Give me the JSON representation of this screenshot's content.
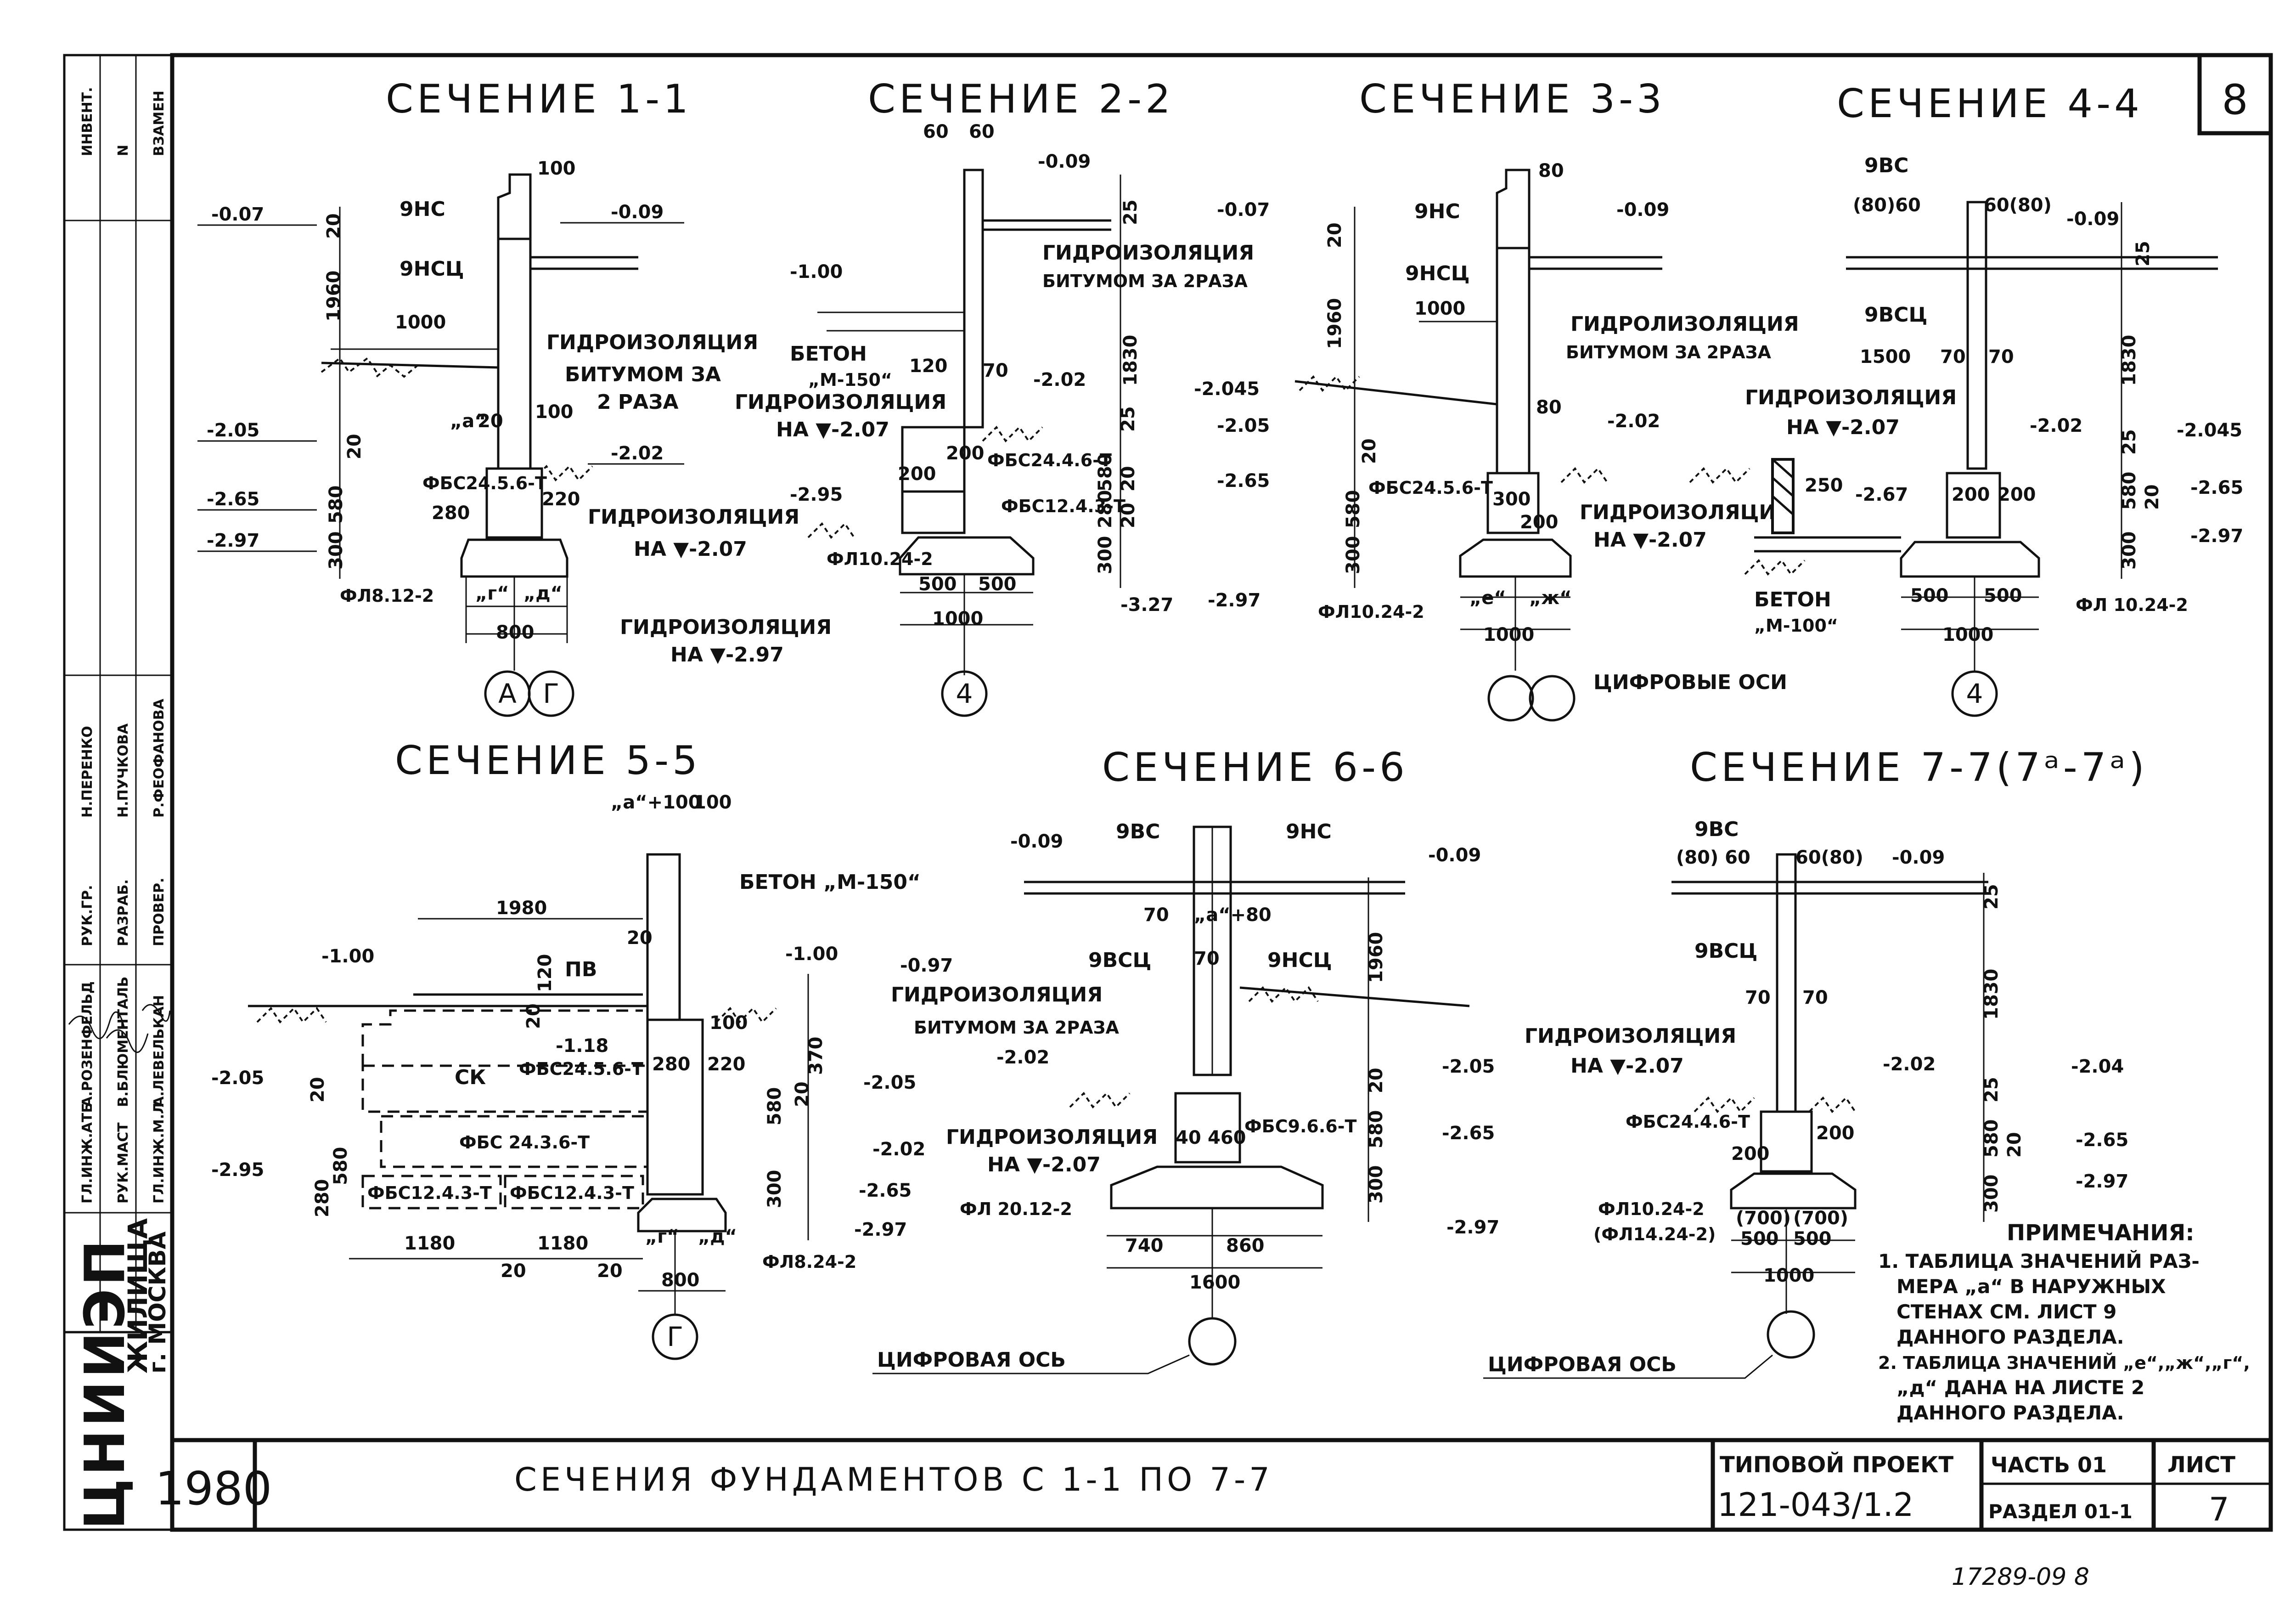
{
  "sheet": {
    "number": "8",
    "bottom_note": "17289-09 8",
    "side_labels": [
      "ИНВЕНТ.",
      "N",
      "ВЗАМЕН"
    ],
    "sign_names": [
      "Н.ПЕРЕНКО",
      "Н.ПУЧКОВА",
      "Р.ФЕОФАНОВА"
    ],
    "sign_roles": [
      "РУК.ГР.",
      "РАЗРАБ.",
      "ПРОВЕР."
    ],
    "sign_left": [
      "ГЛ.ИНЖ.АТБ",
      "РУК.МАСТ",
      "ГЛ.ИНЖ.М.Л"
    ],
    "sign_left_names": [
      "А.РОЗЕНФЕЛЬД",
      "В.БЛЮМЕНТАЛЬ",
      "А.ЛЕВЕЛЬКАН"
    ]
  },
  "titleblock": {
    "org_logo": "ЦНИИЭП",
    "org_name": "ЖИЛИЩА",
    "org_city": "г. МОСКВА",
    "year": "1980",
    "title": "СЕЧЕНИЯ ФУНДАМЕНТОВ С 1-1 ПО 7-7",
    "project_label": "ТИПОВОЙ ПРОЕКТ",
    "project_code": "121-043/1.2",
    "part": "ЧАСТЬ 01",
    "section": "РАЗДЕЛ 01-1",
    "sheet_label": "ЛИСТ",
    "sheet_no": "7"
  },
  "sections": {
    "s1": {
      "title": "СЕЧЕНИЕ 1-1",
      "levels": [
        "-0.07",
        "-0.09",
        "-2.05",
        "-2.02",
        "-2.65",
        "-2.97"
      ],
      "dims": [
        "100",
        "20",
        "1960",
        "1000",
        "20",
        "100",
        "20",
        "580",
        "300",
        "280",
        "220",
        "800"
      ],
      "marks": [
        "9НС",
        "9НСЦ",
        "ФБС24.5.6-Т",
        "ФЛ8.12-2"
      ],
      "waterproof1": [
        "ГИДРОИЗОЛЯЦИЯ",
        "БИТУМОМ ЗА",
        "2 РАЗА"
      ],
      "waterproof2": [
        "ГИДРОИЗОЛЯЦИЯ",
        "НА ▼-2.07"
      ],
      "a_label": "„а“",
      "g_label": "„г“",
      "d_label": "„д“",
      "axes": [
        "А",
        "Г"
      ]
    },
    "s2": {
      "title": "СЕЧЕНИЕ 2-2",
      "levels": [
        "-0.09",
        "-1.00",
        "-2.02",
        "-2.95",
        "-3.27"
      ],
      "dims": [
        "60",
        "60",
        "25",
        "1830",
        "120",
        "70",
        "25",
        "580",
        "20",
        "280",
        "20",
        "300",
        "500",
        "500",
        "1000",
        "200",
        "200"
      ],
      "marks": [
        "ФБС24.4.6-Т",
        "ФБС12.4.3-Т",
        "ФЛ10.24-2"
      ],
      "concrete": [
        "БЕТОН",
        "„М-150“"
      ],
      "waterproof1": [
        "ГИДРОИЗОЛЯЦИЯ",
        "БИТУМОМ ЗА 2РАЗА"
      ],
      "waterproof2": [
        "ГИДРОИЗОЛЯЦИЯ",
        "НА ▼-2.07"
      ],
      "waterproof3": [
        "ГИДРОИЗОЛЯЦИЯ",
        "НА ▼-2.97"
      ],
      "axes": [
        "4"
      ]
    },
    "s3": {
      "title": "СЕЧЕНИЕ 3-3",
      "levels": [
        "-0.07",
        "-0.09",
        "-2.045",
        "-2.05",
        "-2.02",
        "-2.65",
        "-2.97"
      ],
      "dims": [
        "80",
        "20",
        "1960",
        "1000",
        "80",
        "20",
        "580",
        "300",
        "300",
        "200",
        "1000"
      ],
      "marks": [
        "9НС",
        "9НСЦ",
        "ФБС24.5.6-Т",
        "ФЛ10.24-2"
      ],
      "waterproof1": [
        "ГИДРОЛИЗОЛЯЦИЯ",
        "БИТУМОМ ЗА 2РАЗА"
      ],
      "waterproof2": [
        "ГИДРОИЗОЛЯЦИЯ",
        "НА ▼-2.07"
      ],
      "e_label": "„е“",
      "zh_label": "„ж“",
      "axis_note": "ЦИФРОВЫЕ ОСИ"
    },
    "s4": {
      "title": "СЕЧЕНИЕ 4-4",
      "levels": [
        "-0.09",
        "-2.02",
        "-2.045",
        "-2.67",
        "-2.65",
        "-2.97"
      ],
      "dims": [
        "(80)60",
        "60(80)",
        "25",
        "1500",
        "70",
        "70",
        "1830",
        "250",
        "200",
        "200",
        "25",
        "580",
        "20",
        "300",
        "500",
        "500",
        "1000"
      ],
      "marks": [
        "9ВС",
        "9ВСЦ",
        "ФЛ 10.24-2"
      ],
      "waterproof": [
        "ГИДРОИЗОЛЯЦИЯ",
        "НА ▼-2.07"
      ],
      "concrete": [
        "БЕТОН",
        "„М-100“"
      ],
      "axes": [
        "4"
      ]
    },
    "s5": {
      "title": "СЕЧЕНИЕ 5-5",
      "levels": [
        "-1.00",
        "-1.00",
        "-0.97",
        "-1.18",
        "-2.05",
        "-2.05",
        "-2.02",
        "-2.95",
        "-2.65",
        "-2.97"
      ],
      "dims": [
        "„а“+100",
        "100",
        "1980",
        "20",
        "120",
        "20",
        "100",
        "370",
        "280",
        "220",
        "20",
        "580",
        "20",
        "280",
        "580",
        "300",
        "1180",
        "1180",
        "20",
        "20",
        "800"
      ],
      "marks": [
        "ПВ",
        "СК",
        "ФБС24.5.6-Т",
        "ФБС 24.3.6-Т",
        "ФБС12.4.3-Т",
        "ФБС12.4.3-Т",
        "ФЛ8.24-2"
      ],
      "concrete": "БЕТОН „М-150“",
      "g_label": "„г“",
      "d_label": "„д“",
      "axes": [
        "Г"
      ]
    },
    "s6": {
      "title": "СЕЧЕНИЕ 6-6",
      "levels": [
        "-0.09",
        "-0.09",
        "-2.02",
        "-2.05",
        "-2.65",
        "-2.97"
      ],
      "dims": [
        "70",
        "„а“+80",
        "70",
        "1960",
        "40",
        "460",
        "20",
        "580",
        "300",
        "740",
        "860",
        "1600"
      ],
      "marks": [
        "9ВС",
        "9НС",
        "9ВСЦ",
        "9НСЦ",
        "ФБС9.6.6-Т",
        "ФЛ 20.12-2"
      ],
      "waterproof1": [
        "ГИДРОИЗОЛЯЦИЯ",
        "БИТУМОМ ЗА 2РАЗА"
      ],
      "waterproof2": [
        "ГИДРОИЗОЛЯЦИЯ",
        "НА ▼-2.07"
      ],
      "axis_note": "ЦИФРОВАЯ ОСЬ"
    },
    "s7": {
      "title": "СЕЧЕНИЕ 7-7(7ᵃ-7ᵃ)",
      "levels": [
        "-0.09",
        "-2.02",
        "-2.04",
        "-2.65",
        "-2.97"
      ],
      "dims": [
        "(80) 60",
        "60(80)",
        "25",
        "70",
        "70",
        "1830",
        "200",
        "200",
        "25",
        "580",
        "20",
        "300",
        "(700)",
        "(700)",
        "500",
        "500",
        "1000"
      ],
      "marks": [
        "9ВС",
        "9ВСЦ",
        "ФБС24.4.6-Т",
        "ФЛ10.24-2",
        "(ФЛ14.24-2)"
      ],
      "waterproof": [
        "ГИДРОИЗОЛЯЦИЯ",
        "НА ▼-2.07"
      ],
      "axis_note": "ЦИФРОВАЯ ОСЬ"
    }
  },
  "notes": {
    "heading": "ПРИМЕЧАНИЯ:",
    "lines": [
      "1. ТАБЛИЦА ЗНАЧЕНИЙ РАЗ-",
      "МЕРА „а“ В НАРУЖНЫХ",
      "СТЕНАХ СМ. ЛИСТ 9",
      "ДАННОГО РАЗДЕЛА.",
      "2. ТАБЛИЦА ЗНАЧЕНИЙ „е“,„ж“,„г“,",
      "„д“ ДАНА НА ЛИСТЕ 2",
      "ДАННОГО РАЗДЕЛА."
    ]
  }
}
